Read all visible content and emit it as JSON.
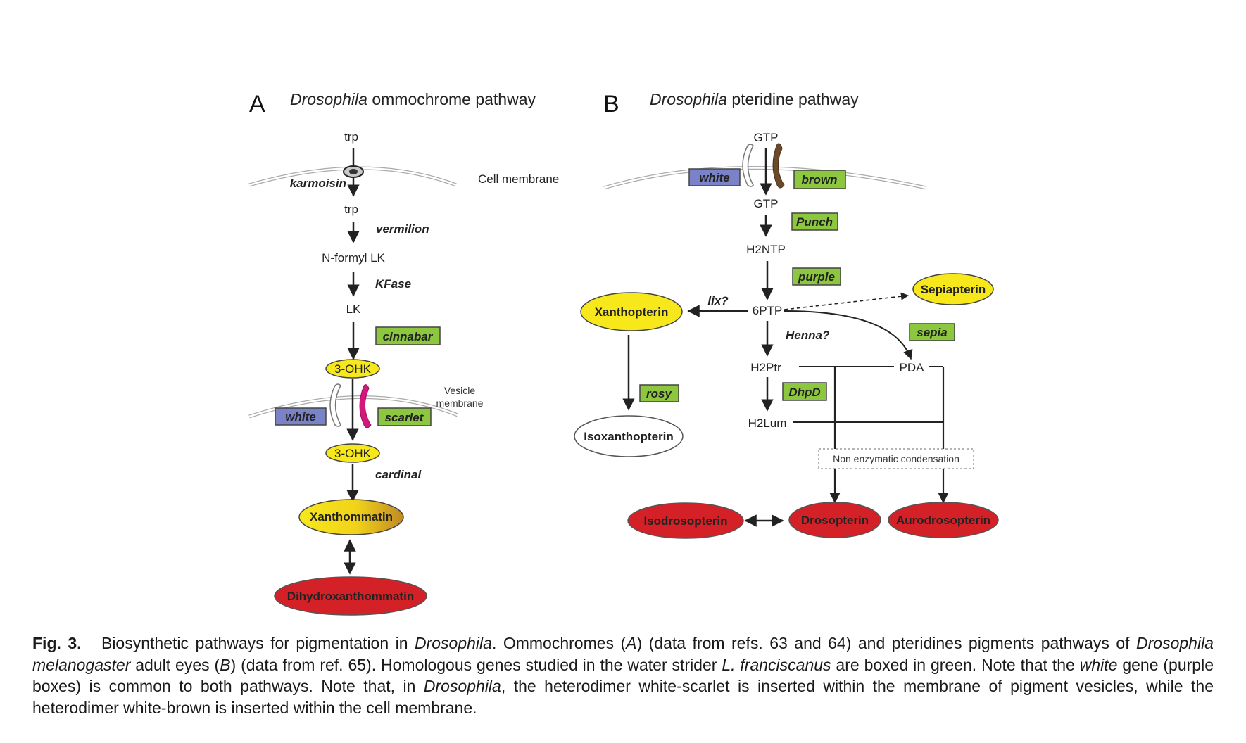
{
  "panelA": {
    "letter": "A",
    "title_italic": "Drosophila",
    "title_rest": " ommochrome pathway",
    "cell_membrane_label": "Cell membrane",
    "vesicle_membrane_label_1": "Vesicle",
    "vesicle_membrane_label_2": "membrane",
    "metabolites": {
      "trp_outside": "trp",
      "trp_inside": "trp",
      "n_formyl_lk": "N-formyl LK",
      "lk": "LK",
      "ohk_1": "3-OHK",
      "ohk_2": "3-OHK",
      "xanthommatin": "Xanthommatin",
      "dihydroxanthommatin": "Dihydroxanthommatin"
    },
    "genes": {
      "karmoisin": "karmoisin",
      "vermilion": "vermilion",
      "kfase": "KFase",
      "cinnabar": "cinnabar",
      "white": "white",
      "scarlet": "scarlet",
      "cardinal": "cardinal"
    }
  },
  "panelB": {
    "letter": "B",
    "title_italic": "Drosophila",
    "title_rest": " pteridine pathway",
    "metabolites": {
      "gtp_outside": "GTP",
      "gtp_inside": "GTP",
      "h2ntp": "H2NTP",
      "sixptp": "6PTP",
      "h2ptr": "H2Ptr",
      "pda": "PDA",
      "h2lum": "H2Lum",
      "xanthopterin": "Xanthopterin",
      "isoxanthopterin": "Isoxanthopterin",
      "sepiapterin": "Sepiapterin",
      "isodrosopterin": "Isodrosopterin",
      "drosopterin": "Drosopterin",
      "aurodrosopterin": "Aurodrosopterin",
      "non_enzymatic": "Non enzymatic condensation"
    },
    "genes": {
      "white": "white",
      "brown": "brown",
      "punch": "Punch",
      "purple": "purple",
      "lix": "lix?",
      "henna": "Henna?",
      "sepia": "sepia",
      "rosy": "rosy",
      "dhpd": "DhpD"
    }
  },
  "caption": {
    "fig_label": "Fig. 3.",
    "p1": "Biosynthetic pathways for pigmentation in ",
    "i1": "Drosophila",
    "p2": ". Ommochromes (",
    "i2": "A",
    "p3": ") (data from refs. 63 and 64) and pteridines pigments pathways of ",
    "i3": "Drosophila melanogaster",
    "p4": " adult eyes (",
    "i4": "B",
    "p5": ") (data from ref. 65). Homologous genes studied in the water strider ",
    "i5": "L. franciscanus",
    "p6": " are boxed in green. Note that the ",
    "i6": "white",
    "p7": " gene (purple boxes) is common to both pathways. Note that, in ",
    "i7": "Drosophila",
    "p8": ", the heterodimer white-scarlet is inserted within the membrane of pigment vesicles, while the heterodimer white-brown is inserted within the cell membrane."
  },
  "colors": {
    "green_box": "#8dc63f",
    "purple_box": "#7b83c8",
    "yellow_node": "#f7e81c",
    "red_node": "#d42027",
    "scarlet_protein": "#d4177c",
    "brown_protein": "#6b4a2b"
  }
}
